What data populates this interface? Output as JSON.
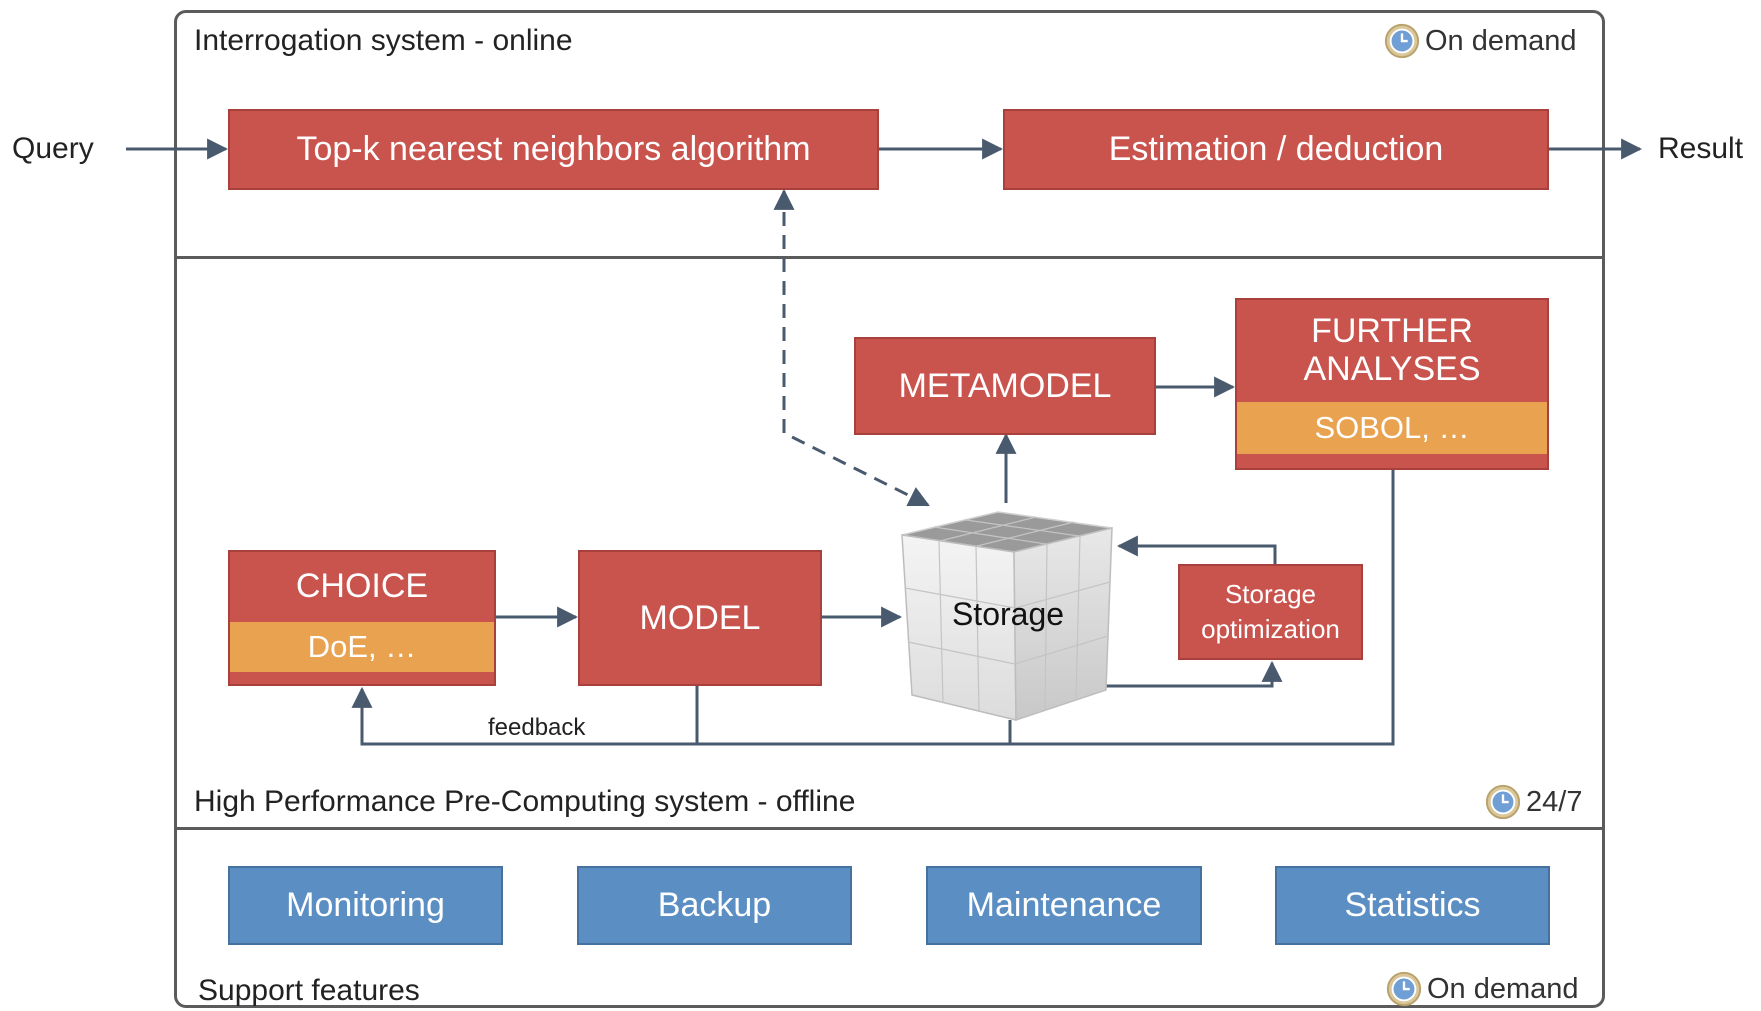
{
  "external": {
    "input_label": "Query",
    "output_label": "Result"
  },
  "online": {
    "title": "Interrogation system - online",
    "badge": {
      "icon": "clock-icon",
      "text": "On demand"
    },
    "boxes": {
      "top_k": "Top-k nearest neighbors algorithm",
      "estimation": "Estimation / deduction"
    }
  },
  "offline": {
    "title": "High Performance Pre-Computing system - offline",
    "badge": {
      "icon": "clock-icon",
      "text": "24/7"
    },
    "boxes": {
      "metamodel": "METAMODEL",
      "further_title": "FURTHER\nANALYSES",
      "further_sub": "SOBOL, …",
      "choice_title": "CHOICE",
      "choice_sub": "DoE, …",
      "model": "MODEL",
      "storage": "Storage",
      "storage_opt": "Storage\noptimization"
    },
    "feedback_label": "feedback"
  },
  "support": {
    "title": "Support features",
    "badge": {
      "icon": "clock-icon",
      "text": "On demand"
    },
    "items": [
      "Monitoring",
      "Backup",
      "Maintenance",
      "Statistics"
    ]
  },
  "colors": {
    "process": "#c9534d",
    "sub": "#e9a24f",
    "support": "#5b8fc3",
    "line": "#4a5a6e"
  }
}
